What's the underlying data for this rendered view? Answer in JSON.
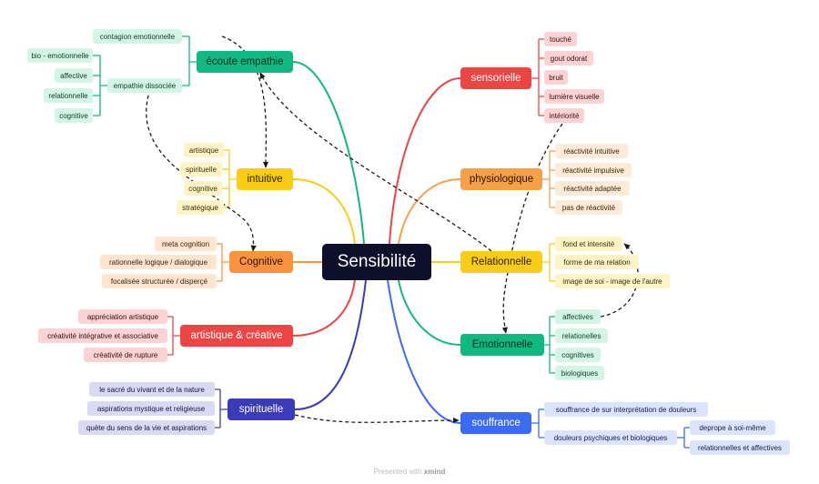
{
  "central": "Sensibilité",
  "footer": {
    "prefix": "Presented with",
    "brand": "xmind"
  },
  "colors": {
    "ecoute": "#10b981",
    "intuitive": "#facc15",
    "cognitive": "#fb923c",
    "artistique": "#ef4444",
    "spirituelle": "#3b3bb8",
    "sensorielle": "#ef4444",
    "physiologique": "#f4a14a",
    "relationnelle": "#facc15",
    "emotionnelle": "#10b981",
    "souffrance": "#3b6cf0"
  },
  "branches": {
    "ecoute": {
      "label": "écoute empathie",
      "leaves": [
        "contagion  emotionnelle",
        "empathie dissociée"
      ],
      "sub": [
        "bio - emotionnelle",
        "affective",
        "relationnelle",
        "cognitive"
      ]
    },
    "intuitive": {
      "label": "intuitive",
      "leaves": [
        "artistique",
        "spirituelle",
        "cognitive",
        "stratégique"
      ]
    },
    "cognitive": {
      "label": "Cognitive",
      "leaves": [
        "meta cognition",
        "rationnelle logique / dialogique",
        "focalisée structurée / disperçé"
      ]
    },
    "artistique": {
      "label": "artistique & créative",
      "leaves": [
        "appréciation artistique",
        "créativité intégrative et associative",
        "créativité de rupture"
      ]
    },
    "spirituelle": {
      "label": "spirituelle",
      "leaves": [
        "le sacré du vivant et de la nature",
        "aspirations mystique et religieuse",
        "quète du sens de la vie et aspirations"
      ]
    },
    "sensorielle": {
      "label": "sensorielle",
      "leaves": [
        "touché",
        "gout odorat",
        "bruit",
        "lumière visuelle",
        "intériorité"
      ]
    },
    "physiologique": {
      "label": "physiologique",
      "leaves": [
        "réactivité intuitive",
        "réactivité impulsive",
        "réactivité adaptée",
        "pas de réactivité"
      ]
    },
    "relationnelle": {
      "label": "Relationnelle",
      "leaves": [
        "fond et intensité",
        "forme de ma relation",
        "image de soi - image de l'autre"
      ]
    },
    "emotionnelle": {
      "label": "Emotionnelle",
      "leaves": [
        "affectives",
        "relationelles",
        "cognitives",
        "biologiques"
      ]
    },
    "souffrance": {
      "label": "souffrance",
      "leaves": [
        "souffrance de sur interprétation de douleurs",
        "douleurs psychiques et biologiques"
      ],
      "sub": [
        "deprope à soi-même",
        "relationnelles et affectives"
      ]
    }
  }
}
